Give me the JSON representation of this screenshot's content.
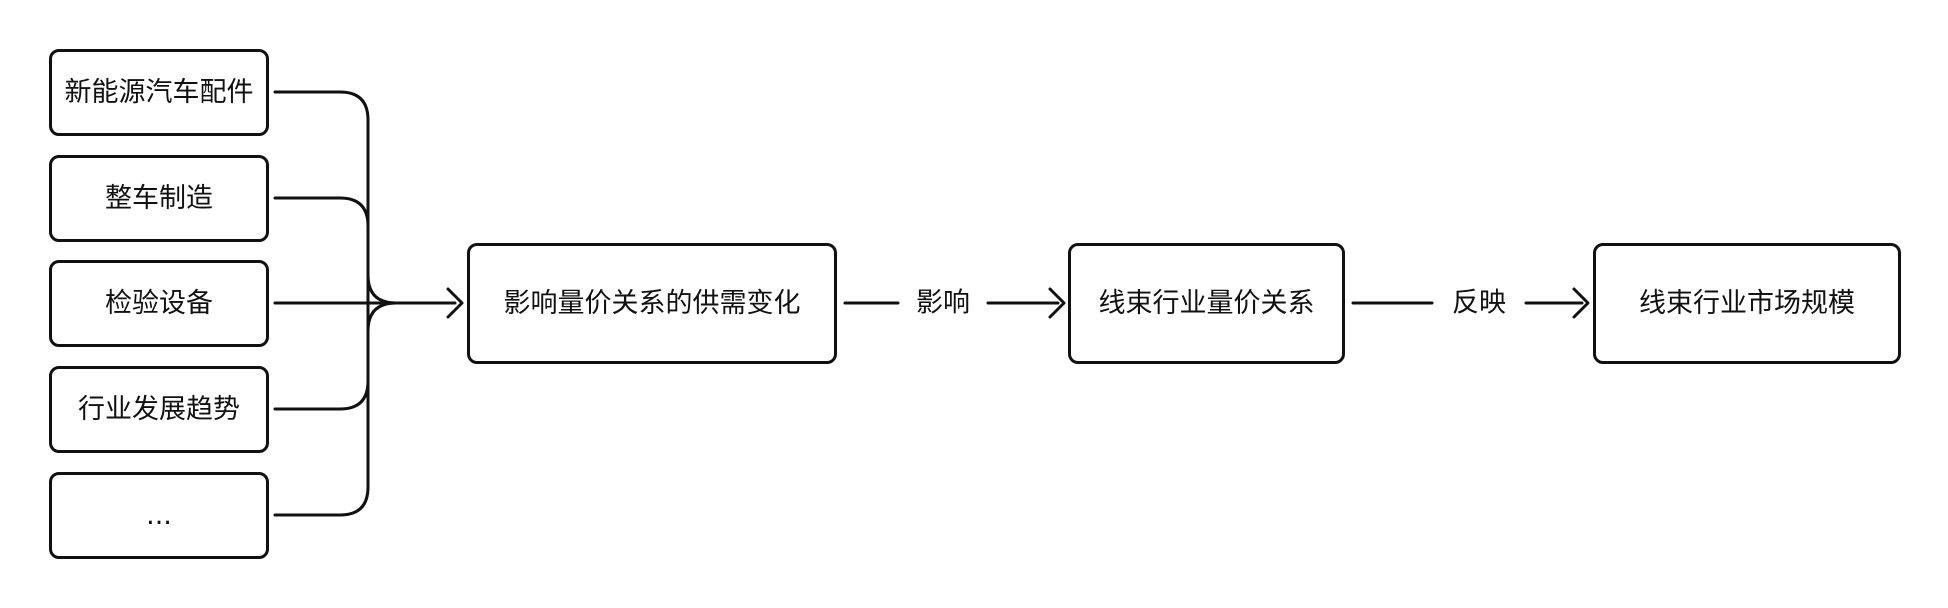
{
  "inputs": [
    {
      "label": "新能源汽车配件"
    },
    {
      "label": "整车制造"
    },
    {
      "label": "检验设备"
    },
    {
      "label": "行业发展趋势"
    },
    {
      "label": "..."
    }
  ],
  "stages": [
    {
      "label": "影响量价关系的供需变化"
    },
    {
      "label": "线束行业量价关系"
    },
    {
      "label": "线束行业市场规模"
    }
  ],
  "edge_labels": [
    {
      "label": "影响"
    },
    {
      "label": "反映"
    }
  ],
  "colors": {
    "stroke": "#111111",
    "background": "#ffffff"
  }
}
